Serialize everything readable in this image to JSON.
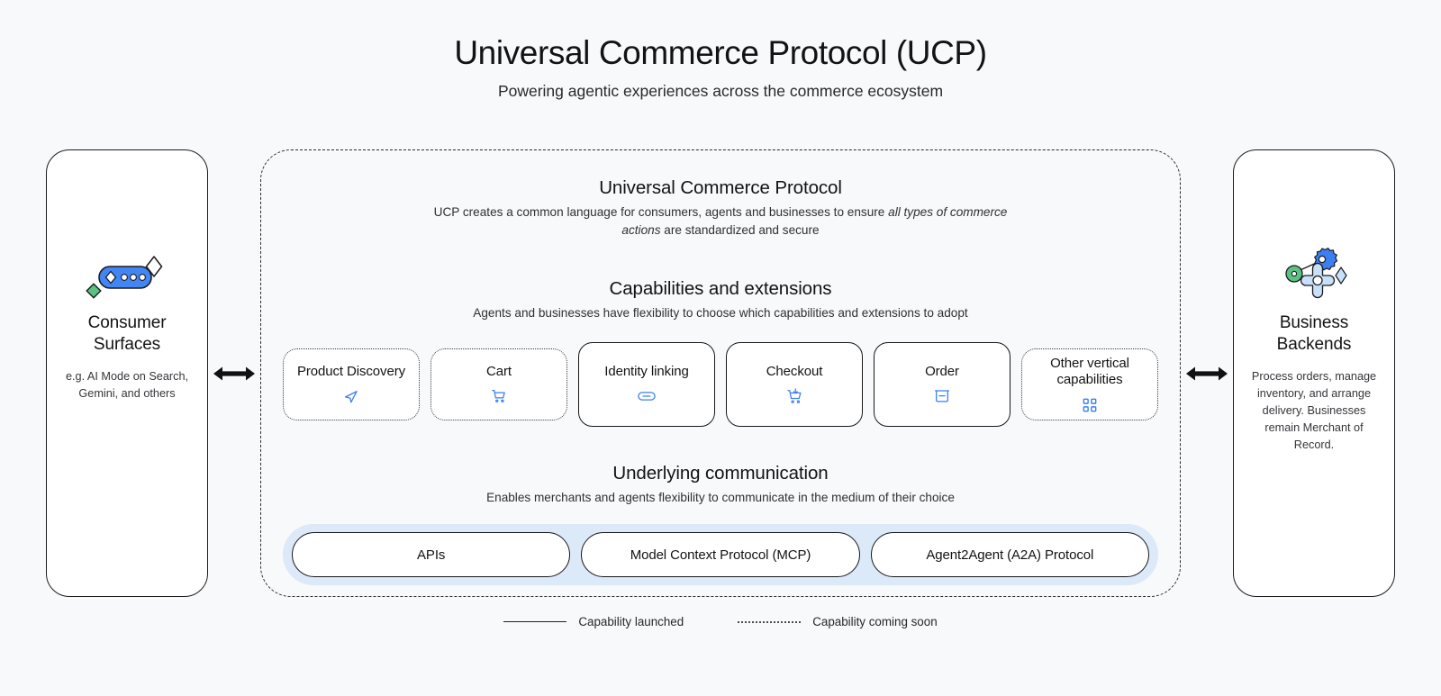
{
  "header": {
    "title": "Universal Commerce Protocol (UCP)",
    "subtitle": "Powering agentic experiences across the commerce ecosystem"
  },
  "left_panel": {
    "icon": "chat-sparkle-icon",
    "title": "Consumer Surfaces",
    "description": "e.g. AI Mode on Search, Gemini, and others"
  },
  "right_panel": {
    "icon": "gears-sparkle-icon",
    "title": "Business Backends",
    "description": "Process orders, manage inventory, and arrange delivery. Businesses remain Merchant of Record."
  },
  "arrows": {
    "left": "double-headed-arrow-icon",
    "right": "double-headed-arrow-icon"
  },
  "ucp": {
    "title": "Universal Commerce Protocol",
    "description_part1": "UCP creates a common language for consumers, agents and businesses to ensure ",
    "description_em1": "all types of commerce actions",
    "description_part2": " are standardized and secure"
  },
  "capabilities": {
    "title": "Capabilities and extensions",
    "description": "Agents and businesses have flexibility to choose which capabilities and extensions to adopt",
    "cards": [
      {
        "label": "Product Discovery",
        "status": "soon",
        "icon": "send-icon"
      },
      {
        "label": "Cart",
        "status": "soon",
        "icon": "shopping-cart-icon"
      },
      {
        "label": "Identity linking",
        "status": "launched",
        "icon": "link-icon"
      },
      {
        "label": "Checkout",
        "status": "launched",
        "icon": "cart-download-icon"
      },
      {
        "label": "Order",
        "status": "launched",
        "icon": "package-icon"
      },
      {
        "label": "Other vertical capabilities",
        "status": "soon",
        "icon": "grid-dots-icon"
      }
    ]
  },
  "communication": {
    "title": "Underlying communication",
    "description": "Enables merchants and agents flexibility to communicate in the medium of their choice",
    "pills": [
      "APIs",
      "Model Context Protocol (MCP)",
      "Agent2Agent (A2A) Protocol"
    ]
  },
  "legend": {
    "launched": "Capability launched",
    "coming_soon": "Capability coming soon"
  },
  "colors": {
    "background": "#f7f9fb",
    "accent_blue": "#3b7ff2",
    "band_blue": "#dbe9f8",
    "icon_green": "#34a853",
    "outline": "#17181a"
  }
}
